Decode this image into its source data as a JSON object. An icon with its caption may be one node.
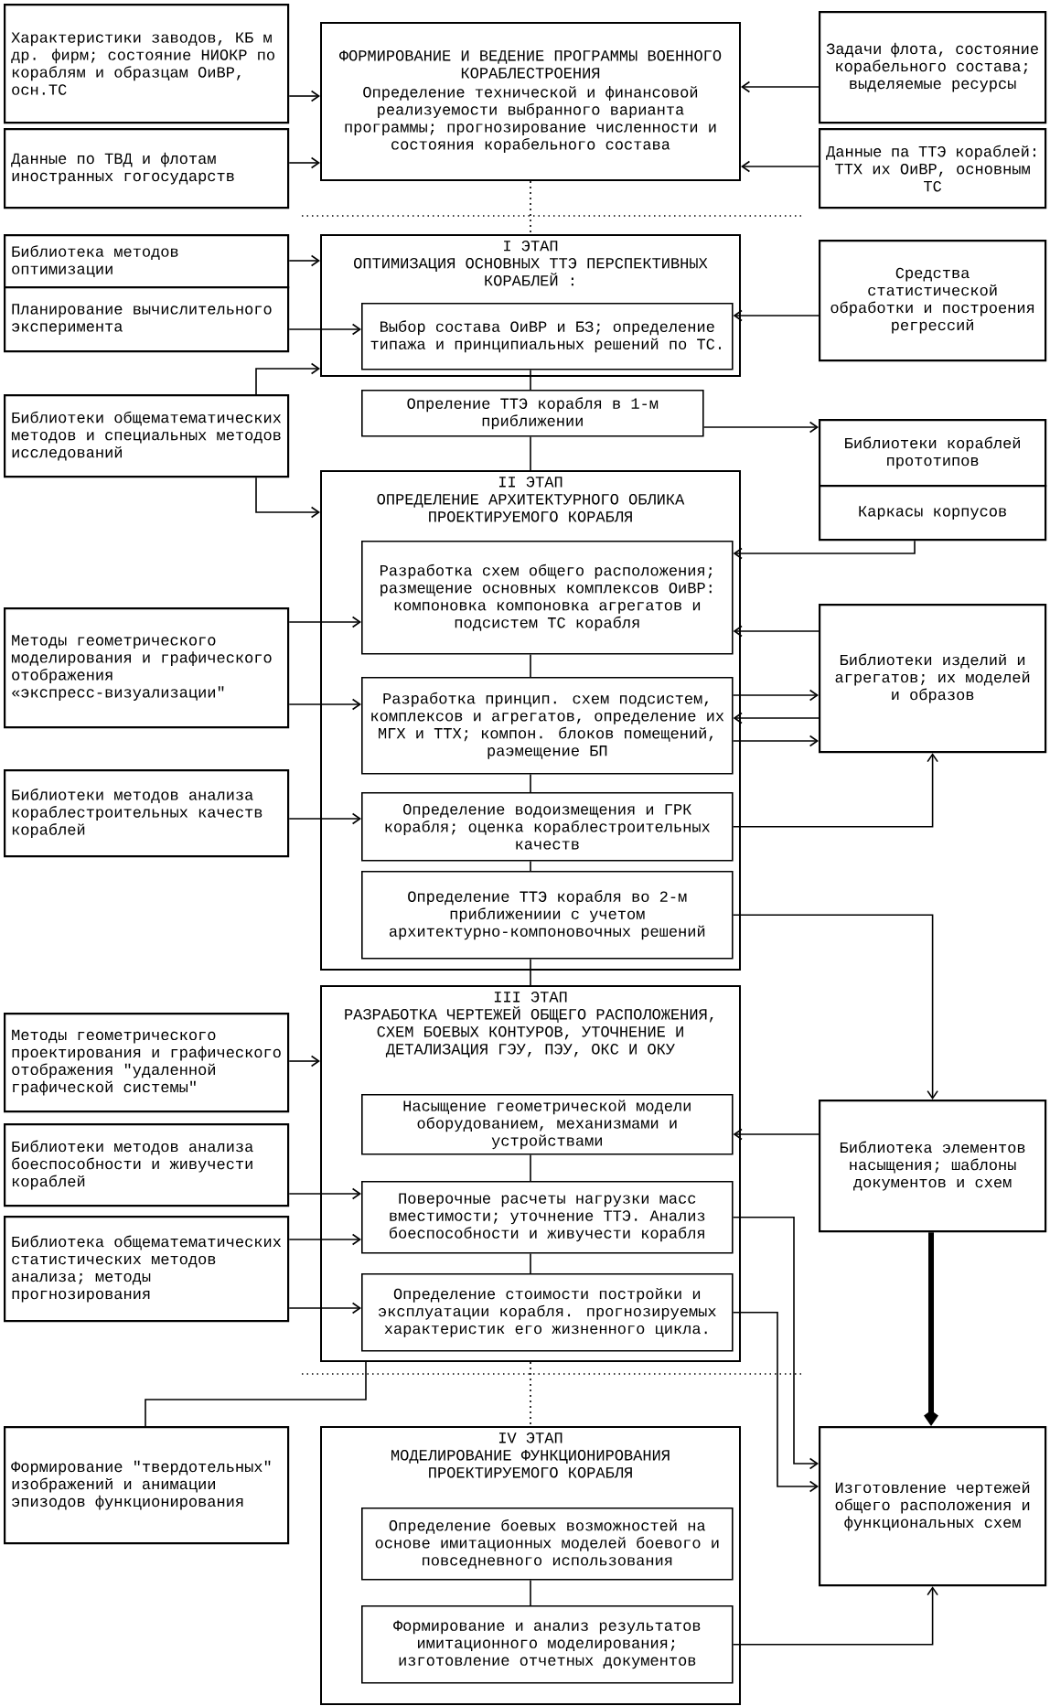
{
  "diagram": {
    "nodes": [
      {
        "text": [
          "Характеристики заводов, КБ м др. фирм; состояние НИОКР по кораблям и образцам ОиВР, осн.ТС"
        ]
      },
      {
        "text": [
          "ФОРМИРОВАНИЕ И ВЕДЕНИЕ ПРОГРАММЫ ВОЕННОГО КОРАБЛЕСТРОЕНИЯ",
          "Определение технической и финансовой реализуемости выбранного варианта программы; прогнозирование численности и состояния корабельного состава"
        ]
      },
      {
        "text": [
          "Задачи флота, состояние корабельного состава; выделяемые ресурсы"
        ]
      },
      {
        "text": [
          "Данные по ТВД и флотам иностранных гогосударств"
        ]
      },
      {
        "text": [
          "Данные па ТТЭ кораблей: ТТХ их ОиВР, основным ТС"
        ]
      },
      {
        "text": [
          "Библиотека методов оптимизации"
        ]
      },
      {
        "text": [
          "I ЭТАП",
          "ОПТИМИЗАЦИЯ ОСНОВНЫХ ТТЭ ПЕРСПЕКТИВНЫХ КОРАБЛЕЙ :"
        ]
      },
      {
        "text": [
          "Средства статистической обработки и построения регрессий"
        ]
      },
      {
        "text": [
          "Планирование вычислительного эксперимента"
        ]
      },
      {
        "text": [
          "Выбор состава ОиВР и БЗ; определение типажа и принципиальных решений по ТС."
        ],
        "in": 6
      },
      {
        "text": [
          "Опреление ТТЭ корабля в 1-м приближении"
        ]
      },
      {
        "text": [
          "Библиотеки общематематических методов и специальных методов исследований"
        ]
      },
      {
        "text": [
          "Библиотеки кораблей прототипов"
        ]
      },
      {
        "text": [
          "II ЭТАП",
          "ОПРЕДЕЛЕНИЕ АРХИТЕКТУРНОГО ОБЛИКА ПРОЕКТИРУЕМОГО КОРАБЛЯ"
        ]
      },
      {
        "text": [
          "Каркасы корпусов"
        ]
      },
      {
        "text": [
          "Разработка схем общего расположения; размещение основных комплексов ОиВР: компоновка компоновка агрегатов и подсистем ТС корабля"
        ],
        "in": 13
      },
      {
        "text": [
          "Методы геометрического моделирования и графического отображения «экспресс-визуализации\""
        ]
      },
      {
        "text": [
          "Библиотеки изделий и агрегатов; их моделей и образов"
        ]
      },
      {
        "text": [
          "Разработка принцип. схем подсистем, комплексов и агрегатов, определение их МГХ и ТТХ; компон. блоков помещений, раэмещение БП"
        ],
        "in": 13
      },
      {
        "text": [
          "Библиотеки методов анализа кораблестроительных качеств кораблей"
        ]
      },
      {
        "text": [
          "Определение водоизмещения и ГРК корабля; оценка кораблестроительных качеств"
        ],
        "in": 13
      },
      {
        "text": [
          "Определение ТТЭ корабля во 2-м приближениии с учетом архитектурно-компоновочных решений"
        ],
        "in": 13
      },
      {
        "text": [
          "III ЭТАП",
          "РАЗРАБОТКА ЧЕРТЕЖЕЙ ОБЩЕГО РАСПОЛОЖЕНИЯ, СХЕМ БОЕВЫХ КОНТУРОВ, УТОЧНЕНИЕ И ДЕТАЛИЗАЦИЯ ГЭУ, ПЭУ, ОКС И ОКУ"
        ]
      },
      {
        "text": [
          "Методы геометрического проектирования и графического отображения \"удаленной графической системы\""
        ]
      },
      {
        "text": [
          "Насыщение геометрической модели оборудованием, механизмами и устройствами"
        ],
        "in": 22
      },
      {
        "text": [
          "Библиотека элементов насыщения; шаблоны документов и схем"
        ]
      },
      {
        "text": [
          "Библиотеки методов анализа боеспособности и живучести кораблей"
        ]
      },
      {
        "text": [
          "Поверочные расчеты нагрузки масс вместимости; уточнение ТТЭ. Анализ боеспособности и живучести корабля"
        ],
        "in": 22
      },
      {
        "text": [
          "Библиотека общематематических статистических методов анализа; методы прогнозирования"
        ]
      },
      {
        "text": [
          "Определение стоимости постройки и эксплуатации корабля. прогнозируемых характеристик его жизненного цикла."
        ],
        "in": 22
      },
      {
        "text": [
          "Формирование \"твердотельных\" изображений и анимации эпизодов функционирования"
        ]
      },
      {
        "text": [
          "IV ЭТАП",
          "МОДЕЛИРОВАНИЕ ФУНКЦИОНИРОВАНИЯ ПРОЕКТИРУЕМОГО КОРАБЛЯ"
        ]
      },
      {
        "text": [
          "Изготовление чертежей общего расположения и функциональных схем"
        ]
      },
      {
        "text": [
          "Определение боевых возможностей на основе имитационных моделей боевого и повседневного использования"
        ],
        "in": 31
      },
      {
        "text": [
          "Формирование и анализ результатов имитационного моделирования; изготовление отчетных документов"
        ],
        "in": 31
      }
    ],
    "edges": [
      {
        "from": 0,
        "to": 1,
        "arrow": "to"
      },
      {
        "from": 2,
        "to": 1,
        "arrow": "to"
      },
      {
        "from": 3,
        "to": 1,
        "arrow": "to"
      },
      {
        "from": 4,
        "to": 1,
        "arrow": "to"
      },
      {
        "from": 1,
        "to": 6,
        "arrow": "none",
        "style": "dashed"
      },
      {
        "from": 5,
        "to": 6,
        "arrow": "to"
      },
      {
        "from": 7,
        "to": 9,
        "arrow": "to"
      },
      {
        "from": 8,
        "to": 9,
        "arrow": "to"
      },
      {
        "from": 11,
        "to": 6,
        "arrow": "to"
      },
      {
        "from": 9,
        "to": 10,
        "arrow": "none"
      },
      {
        "from": 10,
        "to": 12,
        "arrow": "to"
      },
      {
        "from": 11,
        "to": 13,
        "arrow": "to"
      },
      {
        "from": 10,
        "to": 13,
        "arrow": "none"
      },
      {
        "from": 14,
        "to": 15,
        "arrow": "to"
      },
      {
        "from": 16,
        "to": 15,
        "arrow": "to"
      },
      {
        "from": 16,
        "to": 18,
        "arrow": "to"
      },
      {
        "from": 17,
        "to": 15,
        "arrow": "to"
      },
      {
        "from": 18,
        "to": 17,
        "arrow": "to"
      },
      {
        "from": 17,
        "to": 18,
        "arrow": "to"
      },
      {
        "from": 18,
        "to": 17,
        "arrow": "to"
      },
      {
        "from": 15,
        "to": 18,
        "arrow": "none"
      },
      {
        "from": 19,
        "to": 20,
        "arrow": "to"
      },
      {
        "from": 18,
        "to": 20,
        "arrow": "none"
      },
      {
        "from": 20,
        "to": 17,
        "arrow": "to"
      },
      {
        "from": 20,
        "to": 21,
        "arrow": "none"
      },
      {
        "from": 21,
        "to": 25,
        "arrow": "to"
      },
      {
        "from": 21,
        "to": 22,
        "arrow": "none"
      },
      {
        "from": 23,
        "to": 22,
        "arrow": "to"
      },
      {
        "from": 25,
        "to": 24,
        "arrow": "to"
      },
      {
        "from": 24,
        "to": 27,
        "arrow": "none"
      },
      {
        "from": 26,
        "to": 27,
        "arrow": "to"
      },
      {
        "from": 28,
        "to": 27,
        "arrow": "to"
      },
      {
        "from": 28,
        "to": 29,
        "arrow": "to"
      },
      {
        "from": 27,
        "to": 32,
        "arrow": "to"
      },
      {
        "from": 29,
        "to": 32,
        "arrow": "to"
      },
      {
        "from": 34,
        "to": 32,
        "arrow": "to"
      },
      {
        "from": 25,
        "to": 32,
        "arrow": "to",
        "style": "thick"
      },
      {
        "from": 22,
        "to": 31,
        "arrow": "none",
        "style": "dashed"
      },
      {
        "from": 33,
        "to": 34,
        "arrow": "none"
      },
      {
        "from": 27,
        "to": 29,
        "arrow": "none"
      },
      {
        "from": 22,
        "to": 30,
        "arrow": "none"
      }
    ]
  }
}
